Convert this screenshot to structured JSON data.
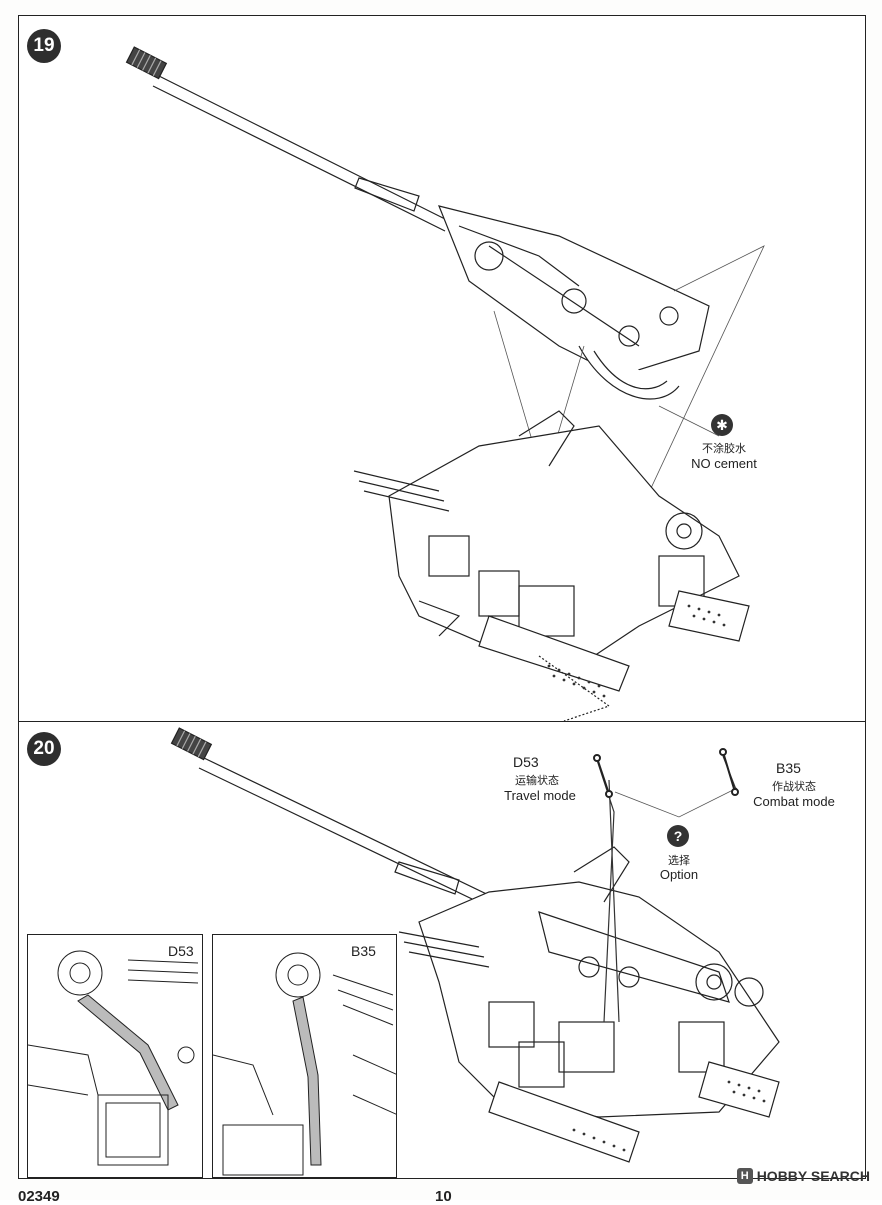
{
  "steps": {
    "step19": {
      "number": "19",
      "no_cement_cn": "不涂胶水",
      "no_cement_en": "NO cement"
    },
    "step20": {
      "number": "20",
      "d53": {
        "part": "D53",
        "cn": "运输状态",
        "en": "Travel mode"
      },
      "b35": {
        "part": "B35",
        "cn": "作战状态",
        "en": "Combat mode"
      },
      "option": {
        "cn": "选择",
        "en": "Option"
      },
      "inset_left_label": "D53",
      "inset_right_label": "B35"
    }
  },
  "icons": {
    "no_cement": "no-glue-icon",
    "option": "question-mark-icon",
    "watermark": "hobby-search-logo"
  },
  "footer": {
    "code": "02349",
    "page": "10"
  },
  "watermark": {
    "logo_glyph": "H",
    "text": "HOBBY SEARCH"
  }
}
